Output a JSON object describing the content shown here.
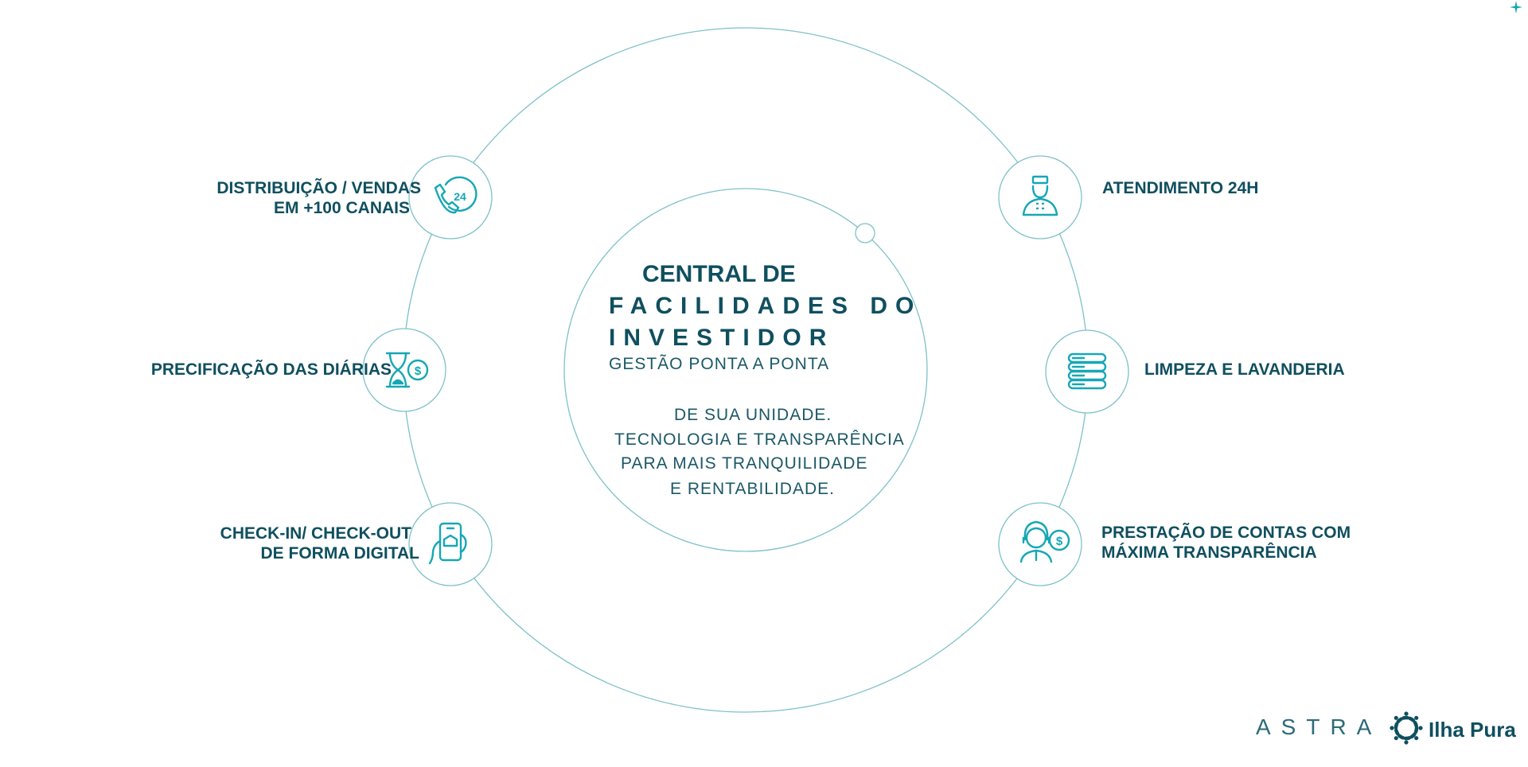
{
  "colors": {
    "ring": "#7ec1c9",
    "icon": "#16a7b5",
    "text_dark": "#0f4f5f",
    "text_body": "#1b5866"
  },
  "center": {
    "title_line1": "CENTRAL DE",
    "title_line2": "FACILIDADES DO",
    "title_line3": "INVESTIDOR",
    "body_line1": "GESTÃO PONTA A PONTA",
    "body_line2": "DE SUA UNIDADE.",
    "body_line3": "TECNOLOGIA E TRANSPARÊNCIA",
    "body_line4": "PARA MAIS TRANQUILIDADE",
    "body_line5": "E RENTABILIDADE."
  },
  "features": {
    "distribution": {
      "line1": "DISTRIBUIÇÃO / VENDAS",
      "line2": "EM +100 CANAIS",
      "icon": "phone-24h-icon"
    },
    "pricing": {
      "line1": "PRECIFICAÇÃO DAS DIÁRIAS",
      "icon": "hourglass-dollar-icon"
    },
    "checkin": {
      "line1": "CHECK-IN/ CHECK-OUT",
      "line2": "DE FORMA DIGITAL",
      "icon": "smartphone-hand-icon"
    },
    "service": {
      "line1": "ATENDIMENTO 24H",
      "icon": "bellboy-icon"
    },
    "cleaning": {
      "line1": "LIMPEZA E LAVANDERIA",
      "icon": "towels-stack-icon"
    },
    "accountability": {
      "line1": "PRESTAÇÃO DE CONTAS COM",
      "line2": "MÁXIMA TRANSPARÊNCIA",
      "icon": "agent-dollar-icon"
    }
  },
  "brands": {
    "astra": "ASTRA",
    "ilha_pura": "Ilha Pura"
  }
}
